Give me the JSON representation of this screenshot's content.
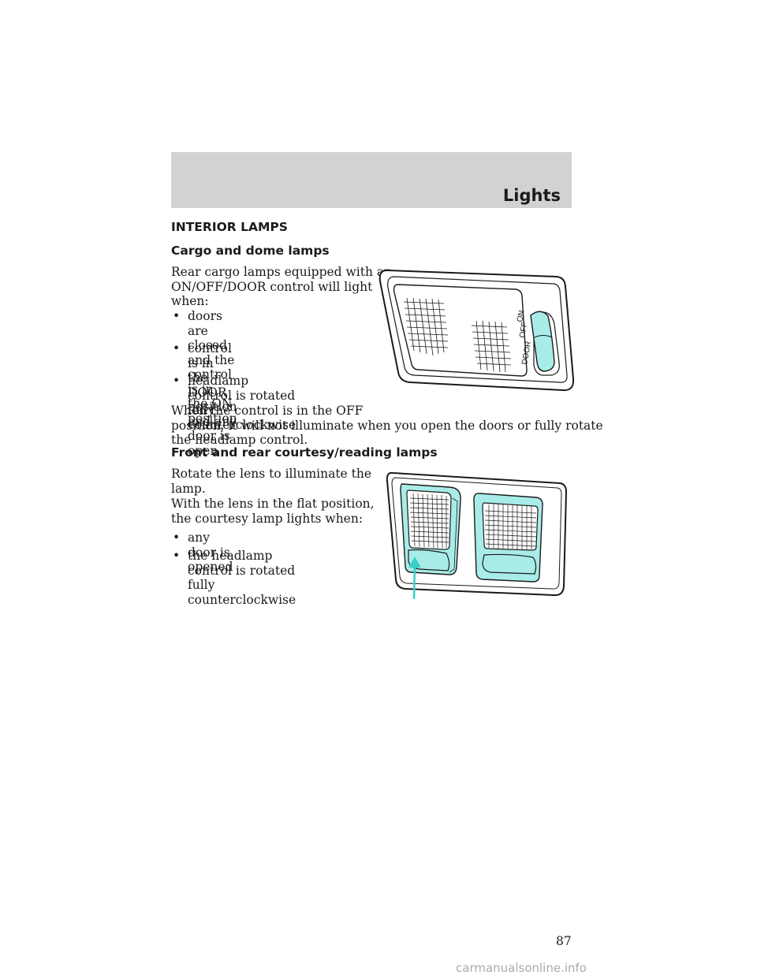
{
  "header": {
    "section_title": "Lights"
  },
  "headings": {
    "interior_lamps": "INTERIOR LAMPS",
    "cargo_dome": "Cargo and dome lamps",
    "courtesy_reading": "Front and rear courtesy/reading lamps"
  },
  "cargo": {
    "intro_lines": [
      "Rear cargo lamps equipped with an",
      "ON/OFF/DOOR control will light",
      "when:"
    ],
    "bullets": [
      [
        "doors are closed and the control",
        "is in the ON position"
      ],
      [
        "control is in the DOOR position",
        "and any door is open"
      ],
      [
        "headlamp control is rotated fully",
        "counterclockwise"
      ]
    ],
    "off_lines": [
      "When the control is in the OFF",
      "position, it will not illuminate when you open the doors or fully rotate",
      "the headlamp control."
    ],
    "switch_labels": [
      "DOOR",
      "OFF",
      "ON"
    ]
  },
  "courtesy": {
    "rotate_lines": [
      "Rotate the lens to illuminate the",
      "lamp."
    ],
    "flat_lines": [
      "With the lens in the flat position,",
      "the courtesy lamp lights when:"
    ],
    "bullets": [
      [
        "any door is opened"
      ],
      [
        "the headlamp control is rotated",
        "fully counterclockwise"
      ]
    ]
  },
  "bullet_glyph": "•",
  "page_number": "87",
  "watermark": "carmanualsonline.info",
  "colors": {
    "header_band": "#d2d2d2",
    "lens_accent": "#a8ece8",
    "arrow_accent": "#35d0c8"
  }
}
